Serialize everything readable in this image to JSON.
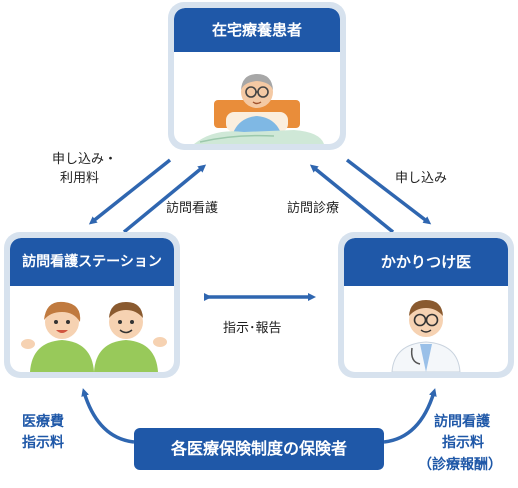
{
  "patient": {
    "title": "在宅療養患者"
  },
  "nursing_station": {
    "title": "訪問看護ステーション"
  },
  "doctor": {
    "title": "かかりつけ医"
  },
  "insurer": {
    "label": "各医療保険制度の保険者"
  },
  "edges": {
    "station_to_patient_left_line1": "申し込み・",
    "station_to_patient_left_line2": "利用料",
    "station_to_patient_right": "訪問看護",
    "doctor_to_patient_left": "訪問診療",
    "doctor_to_patient_right": "申し込み",
    "station_doctor": "指示･報告",
    "insurer_to_station_line1": "医療費",
    "insurer_to_station_line2": "指示料",
    "insurer_to_doctor_line1": "訪問看護",
    "insurer_to_doctor_line2": "指示料",
    "insurer_to_doctor_line3": "（診療報酬）"
  },
  "colors": {
    "primary_blue": "#1f58a8",
    "card_border": "#d7e2ee",
    "arrow": "#2f66b0"
  }
}
